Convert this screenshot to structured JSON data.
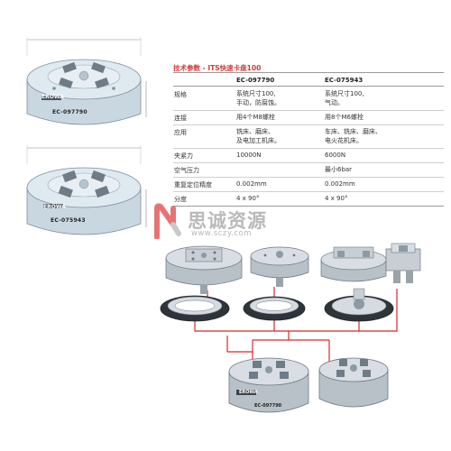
{
  "spec": {
    "title": "技术参数 - ITS快速卡盘100",
    "columns": [
      "EC-097790",
      "EC-075943"
    ],
    "rows": [
      {
        "label": "规格",
        "c1": [
          "系统尺寸100,",
          "手动，防腐蚀。"
        ],
        "c2": [
          "系统尺寸100,",
          "气动。"
        ]
      },
      {
        "label": "连接",
        "c1": [
          "用4个M8螺栓"
        ],
        "c2": [
          "用8个M6螺栓"
        ]
      },
      {
        "label": "应用",
        "c1": [
          "铣床、磨床、",
          "及电加工机床。"
        ],
        "c2": [
          "车床、铣床、磨床、",
          "电火花机床。"
        ]
      },
      {
        "label": "夹紧力",
        "c1": [
          "10000N"
        ],
        "c2": [
          "6000N"
        ]
      },
      {
        "label": "空气压力",
        "c1": [
          ""
        ],
        "c2": [
          "最小6bar"
        ]
      },
      {
        "label": "重复定位精度",
        "c1": [
          "0.002mm"
        ],
        "c2": [
          "0.002mm"
        ]
      },
      {
        "label": "分度",
        "c1": [
          "4 x 90°"
        ],
        "c2": [
          "4 x 90°"
        ]
      }
    ]
  },
  "products": {
    "top_label": "EC-097790",
    "bottom_label": "EC-075943",
    "brand": "EROWA",
    "small_label": "EC-097790"
  },
  "watermark": {
    "cn": "思诚资源",
    "url": "www.sczy.com"
  },
  "colors": {
    "accent": "#d13a3a",
    "chuck_light": "#dde8ef",
    "chuck_mid": "#c6d4de",
    "chuck_dark": "#9fb1bf",
    "metal": "#8e9aa3",
    "wire": "#d42a2a"
  }
}
